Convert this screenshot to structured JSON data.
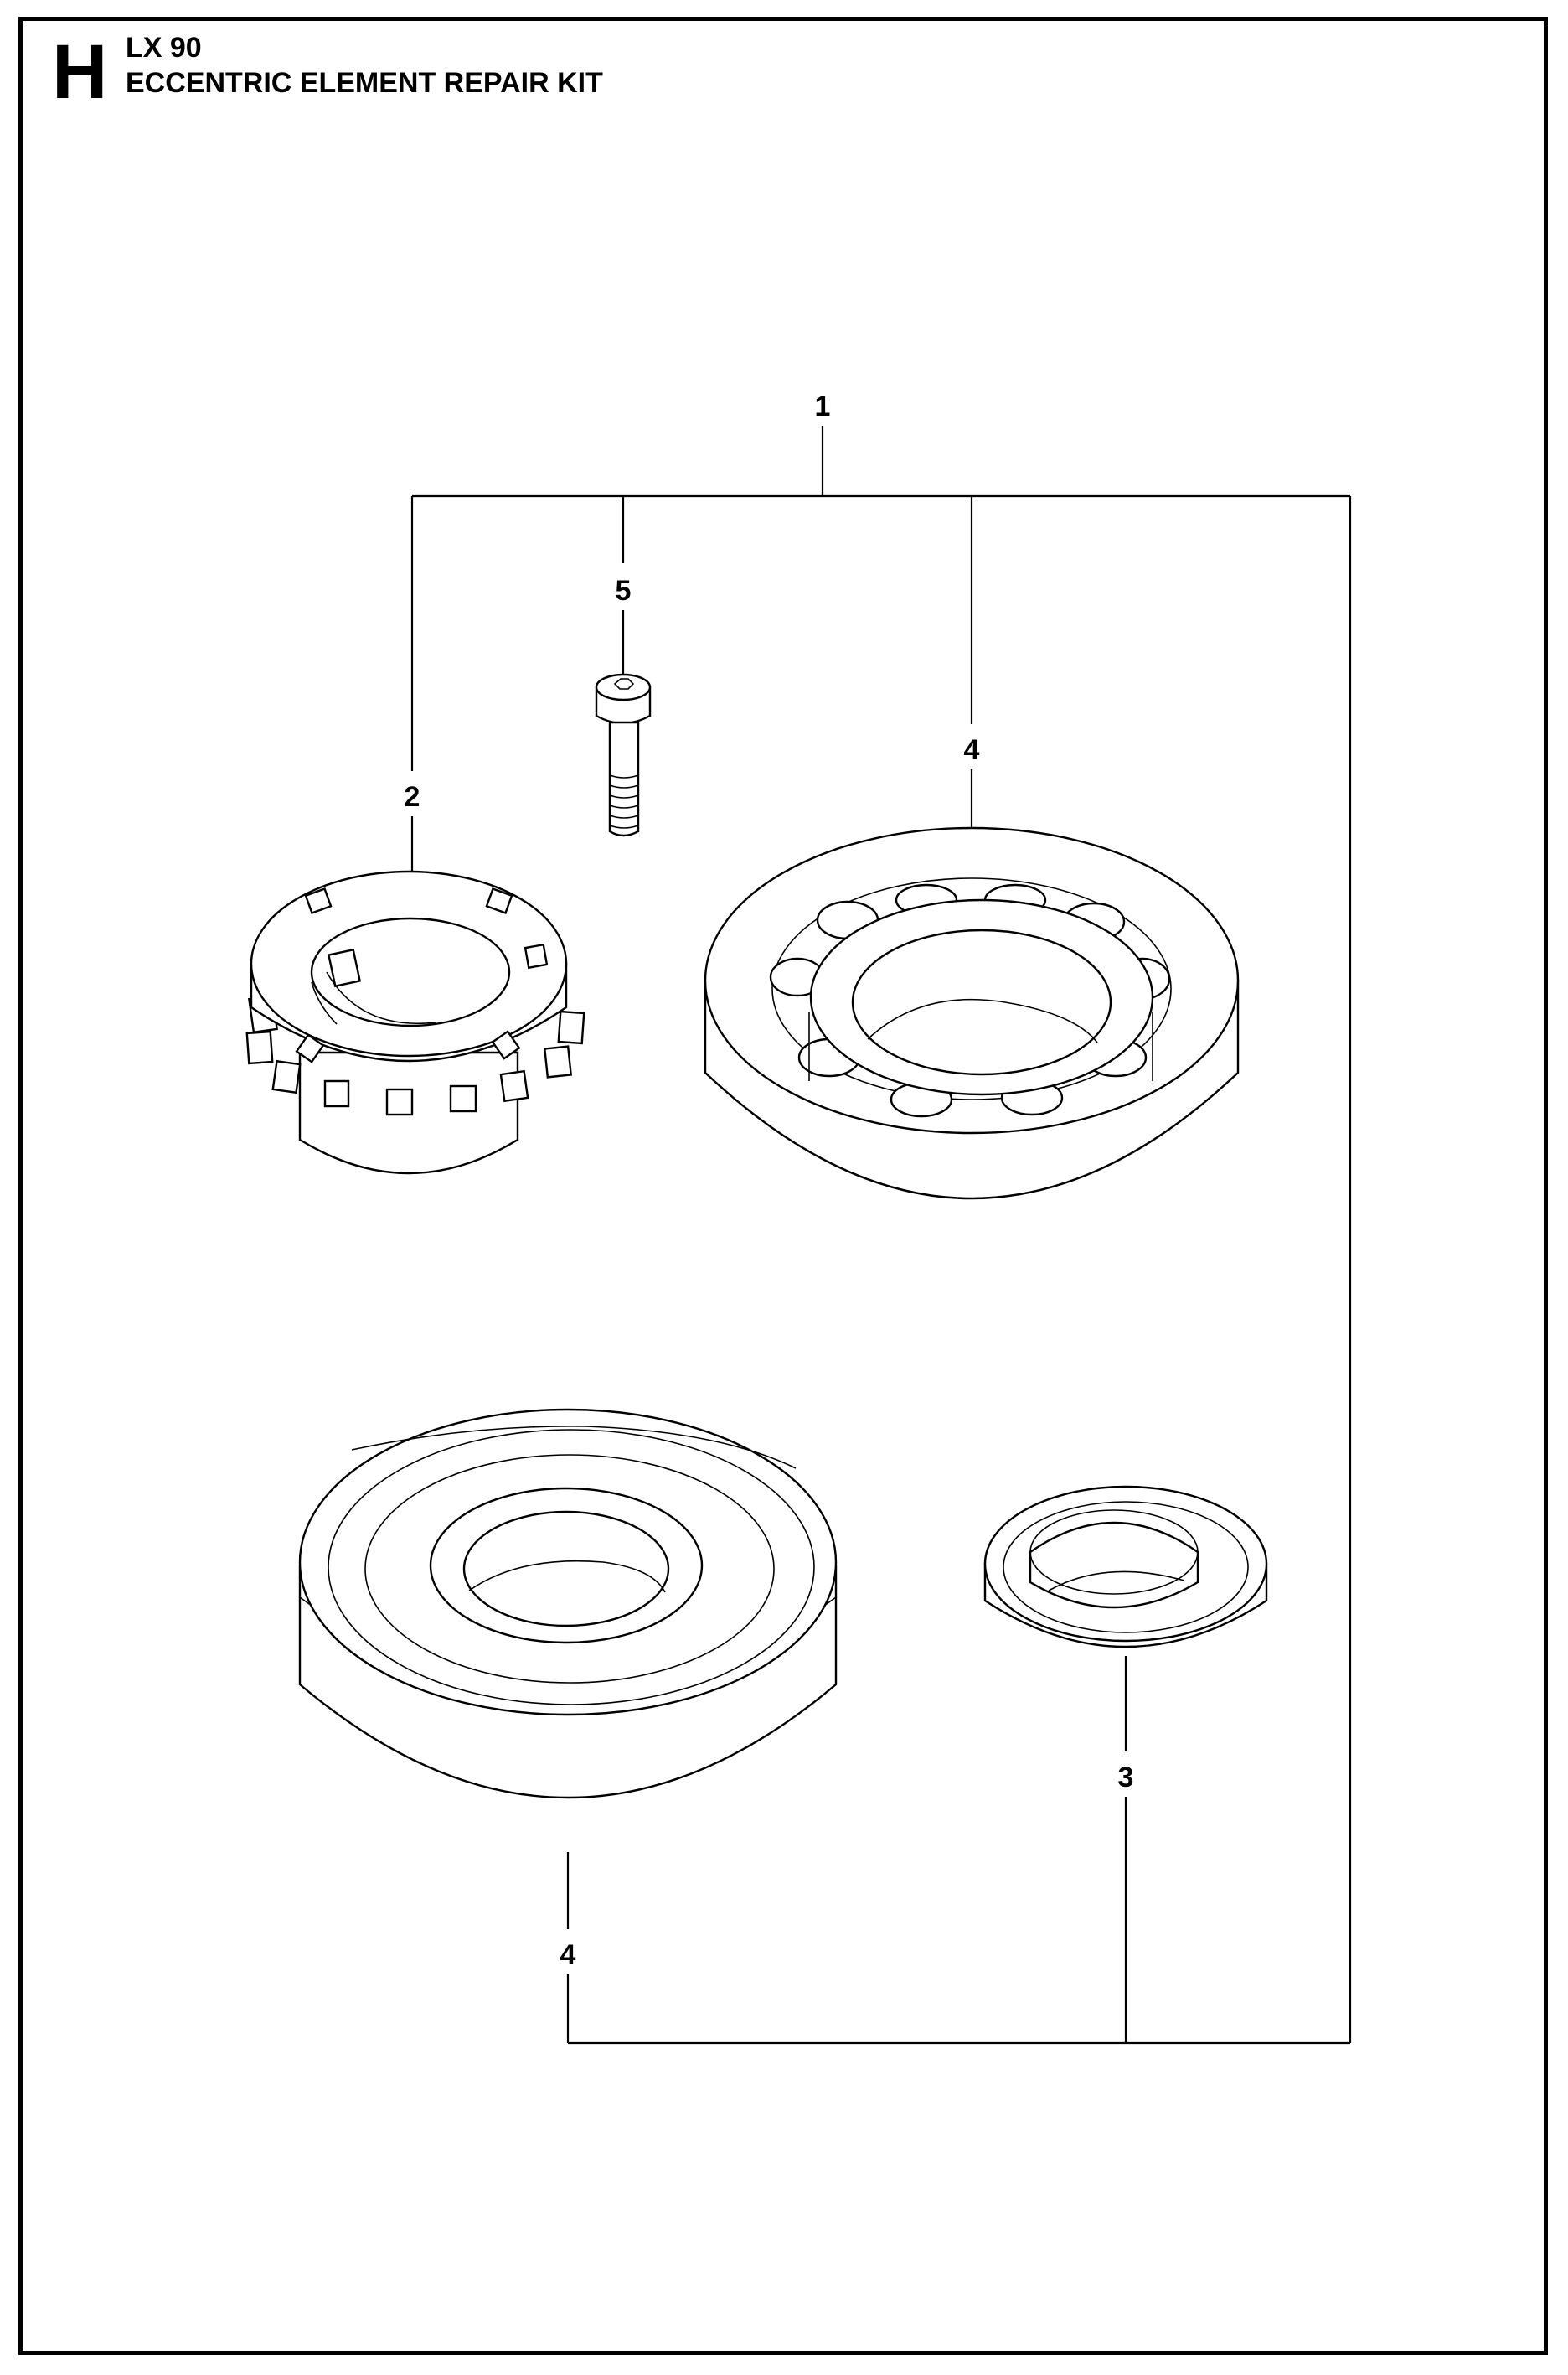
{
  "header": {
    "section_letter": "H",
    "model": "LX 90",
    "title": "ECCENTRIC ELEMENT REPAIR KIT"
  },
  "callouts": {
    "kit": "1",
    "sleeve": "2",
    "seal": "3",
    "bearing_upper": "4",
    "bearing_lower": "4",
    "screw": "5"
  }
}
